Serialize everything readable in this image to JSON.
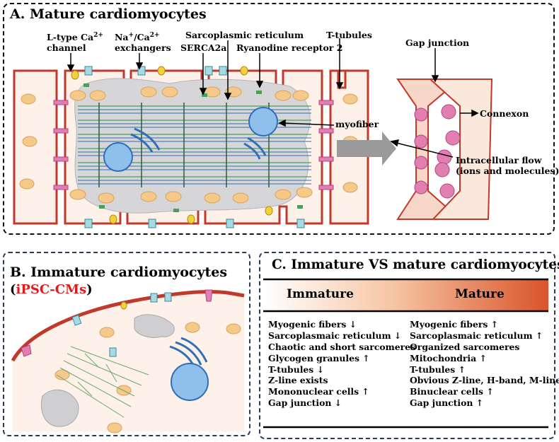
{
  "panel_a": {
    "title": "A. Mature cardiomyocytes",
    "labels": {
      "ltype_line1": "L-type Ca",
      "ltype_sup": "2+",
      "ltype_line2": "channel",
      "nca_line1": "Na",
      "nca_sup1": "+",
      "nca_mid": "/Ca",
      "nca_sup2": "2+",
      "nca_line2": "exchangers",
      "sr": "Sarcoplasmic reticulum",
      "serca": "SERCA2a",
      "ryr": "Ryanodine receptor 2",
      "ttubules": "T-tubules",
      "myofiber": "myofiber",
      "gap_junction": "Gap junction",
      "connexon": "Connexon",
      "flow_line1": "Intracellular flow",
      "flow_line2": "(ions and molecules)"
    }
  },
  "panel_b": {
    "title": "B. Immature cardiomyocytes",
    "subtitle_open": "(",
    "subtitle_red": "iPSC-CMs",
    "subtitle_close": ")"
  },
  "panel_c": {
    "title": "C. Immature VS mature cardiomyocytes",
    "immature_header": "Immature",
    "mature_header": "Mature",
    "immature_items": [
      "Myogenic fibers ↓",
      "Sarcoplasmaic reticulum ↓",
      "Chaotic and short sarcomeres",
      "Glycogen granules ↑",
      "T-tubules ↓",
      "Z-line exists",
      "Mononuclear cells ↑",
      "Gap junction ↓"
    ],
    "mature_items": [
      "Myogenic fibers ↑",
      "Sarcoplasmaic reticulum ↑",
      "Organized sarcomeres",
      "Mitochondria ↑",
      "T-tubules ↑",
      "Obvious Z-line, H-band, M-line",
      "Binuclear cells ↑",
      "Gap junction ↑"
    ]
  },
  "colors": {
    "membrane": "#c0392b",
    "cell_fill": "#fdf1ea",
    "mitochondria": "#f5c98a",
    "nucleus": "#4a8fd4",
    "myofibril": "#4aa05a",
    "gradient_start": "#ffffff",
    "gradient_end": "#d9542a",
    "subtitle_red": "#e31a1c"
  }
}
